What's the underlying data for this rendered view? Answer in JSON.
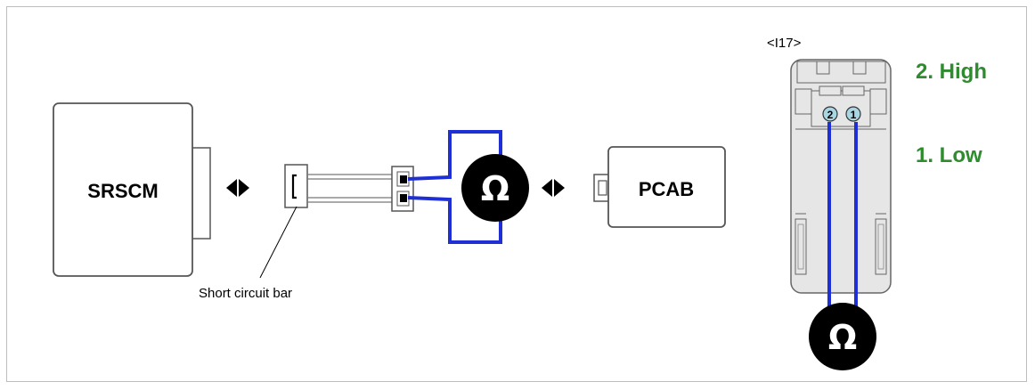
{
  "diagram": {
    "modules": {
      "left": "SRSCM",
      "right": "PCAB"
    },
    "short_bar_label": "Short circuit bar",
    "connector_id": "<I17>",
    "pins": {
      "pin2": "2",
      "pin1": "1"
    },
    "pin_labels": {
      "high": "2. High",
      "low": "1. Low"
    },
    "meter_symbol": "Ω",
    "colors": {
      "wire": "#1f2fd6",
      "label_green": "#2e8b2e",
      "meter_fill": "#000000",
      "connector_fill": "#e6e6e6",
      "pin_fill": "#a9d6e3"
    }
  }
}
